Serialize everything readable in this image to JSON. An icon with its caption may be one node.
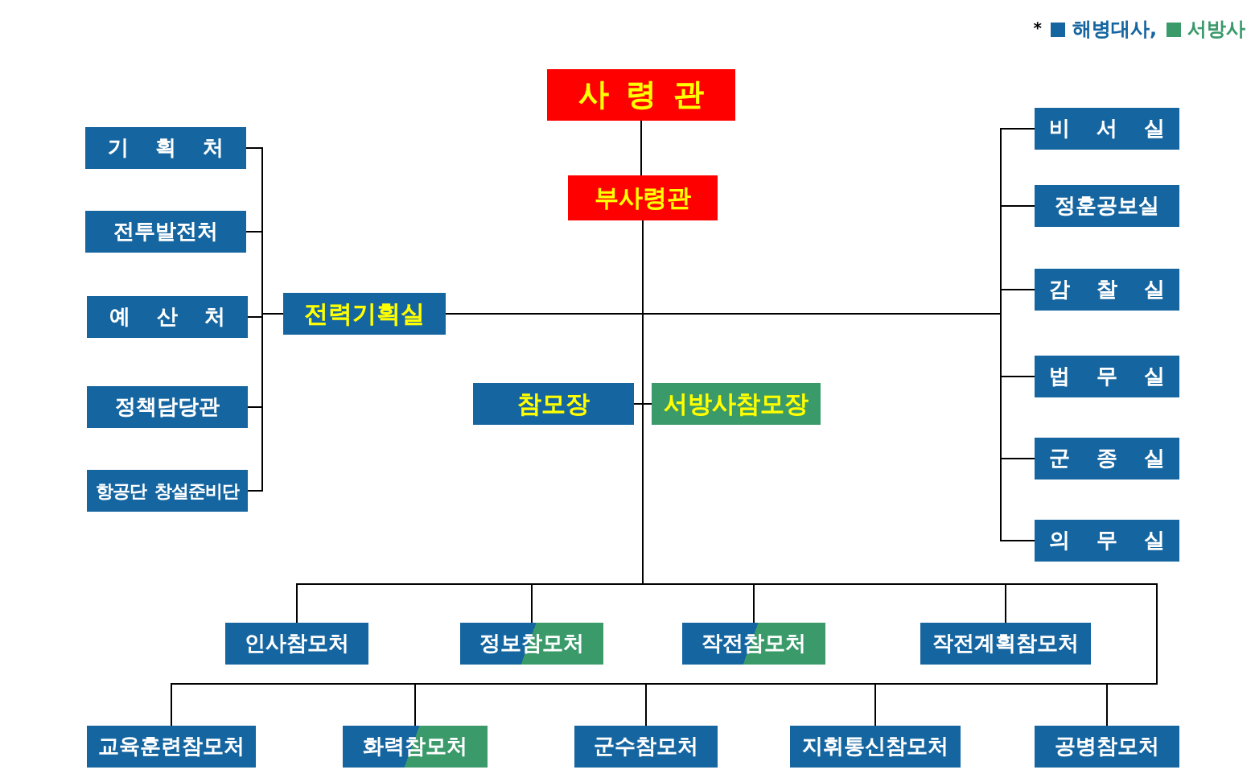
{
  "diagram": {
    "nodes": [
      {
        "text": [
          "사 령 관"
        ]
      },
      {
        "text": [
          "부사령관"
        ]
      },
      {
        "text": [
          "기 획 처"
        ]
      },
      {
        "text": [
          "전투발전처"
        ]
      },
      {
        "text": [
          "예 산 처"
        ]
      },
      {
        "text": [
          "정책담당관"
        ]
      },
      {
        "text": [
          "항공단 창설준비단"
        ]
      },
      {
        "text": [
          "전력기획실"
        ]
      },
      {
        "text": [
          "참모장"
        ]
      },
      {
        "text": [
          "서방사참모장"
        ]
      },
      {
        "text": [
          "비 서 실"
        ]
      },
      {
        "text": [
          "정훈공보실"
        ]
      },
      {
        "text": [
          "감 찰 실"
        ]
      },
      {
        "text": [
          "법 무 실"
        ]
      },
      {
        "text": [
          "군 종 실"
        ]
      },
      {
        "text": [
          "의 무 실"
        ]
      },
      {
        "text": [
          "인사참모처"
        ]
      },
      {
        "text": [
          "정보참모처"
        ]
      },
      {
        "text": [
          "작전참모처"
        ]
      },
      {
        "text": [
          "작전계획참모처"
        ]
      },
      {
        "text": [
          "교육훈련참모처"
        ]
      },
      {
        "text": [
          "화력참모처"
        ]
      },
      {
        "text": [
          "군수참모처"
        ]
      },
      {
        "text": [
          "지휘통신참모처"
        ]
      },
      {
        "text": [
          "공병참모처"
        ]
      }
    ],
    "edges": [
      {
        "from": 0,
        "to": 1,
        "arrow": "none"
      },
      {
        "from": 1,
        "to": 7,
        "arrow": "none"
      },
      {
        "from": 7,
        "to": 2,
        "arrow": "none"
      },
      {
        "from": 7,
        "to": 3,
        "arrow": "none"
      },
      {
        "from": 7,
        "to": 4,
        "arrow": "none"
      },
      {
        "from": 7,
        "to": 5,
        "arrow": "none"
      },
      {
        "from": 7,
        "to": 6,
        "arrow": "none"
      },
      {
        "from": 1,
        "to": 10,
        "arrow": "none"
      },
      {
        "from": 1,
        "to": 11,
        "arrow": "none"
      },
      {
        "from": 1,
        "to": 12,
        "arrow": "none"
      },
      {
        "from": 1,
        "to": 13,
        "arrow": "none"
      },
      {
        "from": 1,
        "to": 14,
        "arrow": "none"
      },
      {
        "from": 1,
        "to": 15,
        "arrow": "none"
      },
      {
        "from": 1,
        "to": 8,
        "arrow": "none"
      },
      {
        "from": 1,
        "to": 9,
        "arrow": "none"
      },
      {
        "from": 1,
        "to": 16,
        "arrow": "none"
      },
      {
        "from": 1,
        "to": 17,
        "arrow": "none"
      },
      {
        "from": 1,
        "to": 18,
        "arrow": "none"
      },
      {
        "from": 1,
        "to": 19,
        "arrow": "none"
      },
      {
        "from": 1,
        "to": 20,
        "arrow": "none"
      },
      {
        "from": 1,
        "to": 21,
        "arrow": "none"
      },
      {
        "from": 1,
        "to": 22,
        "arrow": "none"
      },
      {
        "from": 1,
        "to": 23,
        "arrow": "none"
      },
      {
        "from": 1,
        "to": 24,
        "arrow": "none"
      }
    ],
    "labels": [
      "*"
    ],
    "legend": [
      {
        "text": "해병대사,",
        "color": "#1565a0"
      },
      {
        "text": "서방사",
        "color": "#3a9a6a"
      }
    ]
  }
}
